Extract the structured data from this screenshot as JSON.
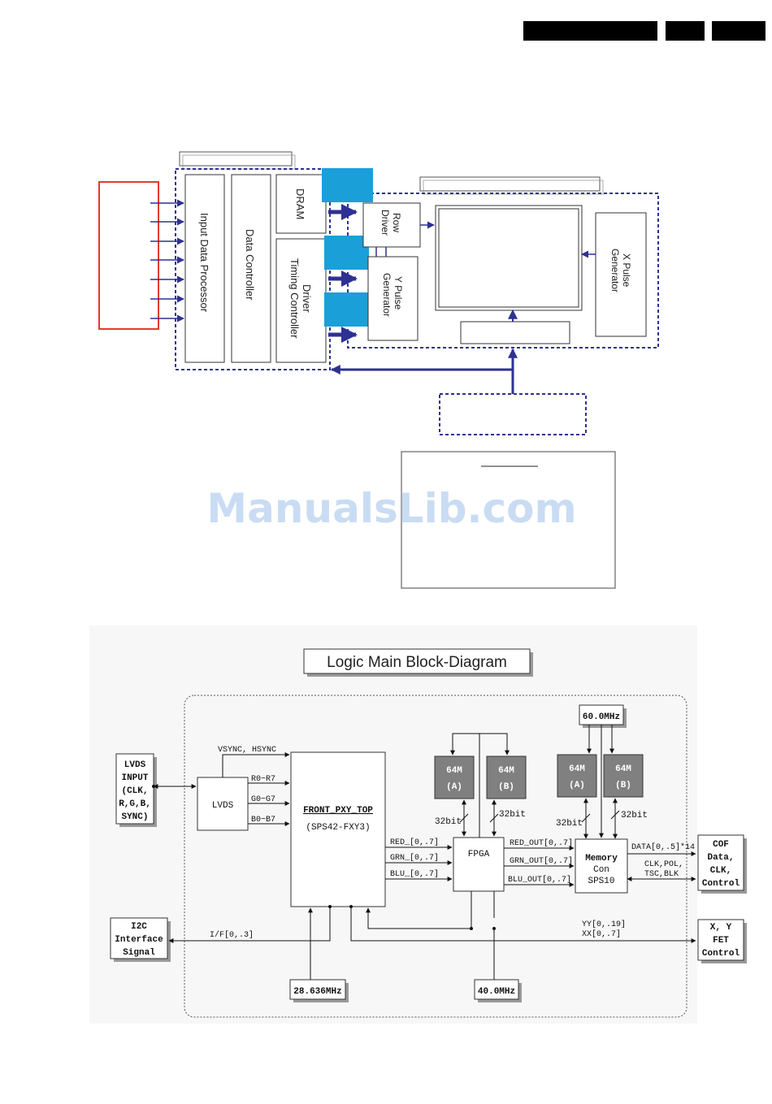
{
  "top_diagram": {
    "blocks": {
      "input_data_processor": "Input Data Processor",
      "data_controller": "Data Controller",
      "dram": "DRAM",
      "driver_timing_controller_line1": "Driver",
      "driver_timing_controller_line2": "Timing Controller",
      "row_driver_line1": "Row",
      "row_driver_line2": "Driver",
      "y_pulse_line1": "Y Pulse",
      "y_pulse_line2": "Generator",
      "x_pulse_line1": "X Pulse",
      "x_pulse_line2": "Generator"
    }
  },
  "watermark": "ManualsLib.com",
  "logic": {
    "title": "Logic Main Block-Diagram",
    "lvds_input": [
      "LVDS",
      "INPUT",
      "(CLK,",
      "R,G,B,",
      "SYNC)"
    ],
    "lvds": "LVDS",
    "vsync_hsync": "VSYNC, HSYNC",
    "r_bus": "R0~R7",
    "g_bus": "G0~G7",
    "b_bus": "B0~B7",
    "front_top": "FRONT_PXY_TOP",
    "front_sub": "(SPS42-FXY3)",
    "red_in": "RED_[0,.7]",
    "grn_in": "GRN_[0,.7]",
    "blu_in": "BLU_[0,.7]",
    "fpga": "FPGA",
    "mem_left": [
      "64M",
      "(A)"
    ],
    "mem_right": [
      "64M",
      "(B)"
    ],
    "bit32": "32bit",
    "clk60": "60.0MHz",
    "red_out": "RED_OUT[0,.7]",
    "grn_out": "GRN_OUT[0,.7]",
    "blu_out": "BLU_OUT[0,.7]",
    "memcon": [
      "Memory",
      "Con",
      "SPS10"
    ],
    "data_out": "DATA[0,.5]*14",
    "ctrl_out": [
      "CLK,POL,",
      "TSC,BLK"
    ],
    "cof": [
      "COF",
      "Data,",
      "CLK,",
      "Control"
    ],
    "i2c": [
      "I2C",
      "Interface",
      "Signal"
    ],
    "if_bus": "I/F[0,.3]",
    "yy_bus": "YY[0,.19]",
    "xx_bus": "XX[0,.7]",
    "fet": [
      "X, Y",
      "FET",
      "Control"
    ],
    "clk28": "28.636MHz",
    "clk40": "40.0MHz"
  },
  "colors": {
    "accent_blue": "#2e3192",
    "cyan": "#1b9fd9",
    "red": "#e53935",
    "memory_gray": "#808080"
  }
}
